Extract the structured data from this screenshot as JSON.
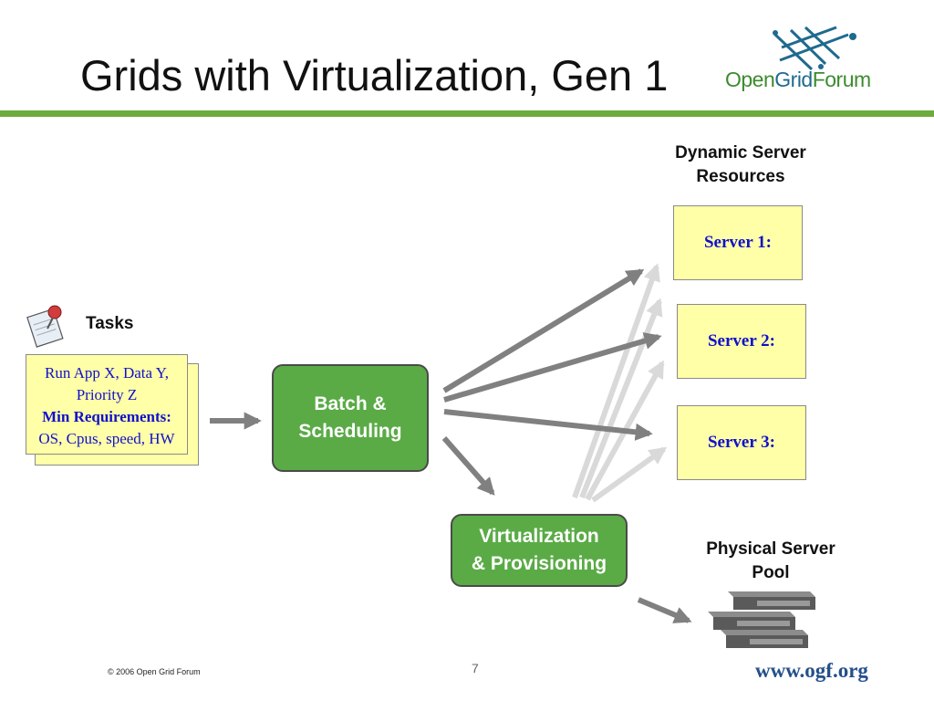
{
  "slide": {
    "title": "Grids with Virtualization, Gen 1",
    "logo": {
      "part1": "Open",
      "part2": "Grid",
      "part3": "Forum"
    },
    "footer_copyright": "© 2006 Open Grid Forum",
    "page_number": "7",
    "footer_site": "www.ogf.org"
  },
  "tasks": {
    "label": "Tasks",
    "card_line1": "Run App X, Data Y,",
    "card_line2": "Priority Z",
    "card_line3": "Min Requirements:",
    "card_line4": "OS, Cpus, speed, HW"
  },
  "batch": {
    "line1": "Batch &",
    "line2": "Scheduling"
  },
  "virtualization": {
    "line1": "Virtualization",
    "line2": "& Provisioning"
  },
  "dynamic": {
    "line1": "Dynamic Server",
    "line2": "Resources"
  },
  "servers": [
    "Server 1:",
    "Server 2:",
    "Server 3:"
  ],
  "pool": {
    "line1": "Physical Server",
    "line2": "Pool"
  },
  "colors": {
    "accent_green": "#6eaa3c",
    "box_green": "#5aab46",
    "note_yellow": "#ffffa8",
    "server_text_blue": "#1010cc",
    "arrow_dark": "#808080",
    "arrow_light": "#d9d9d9"
  }
}
